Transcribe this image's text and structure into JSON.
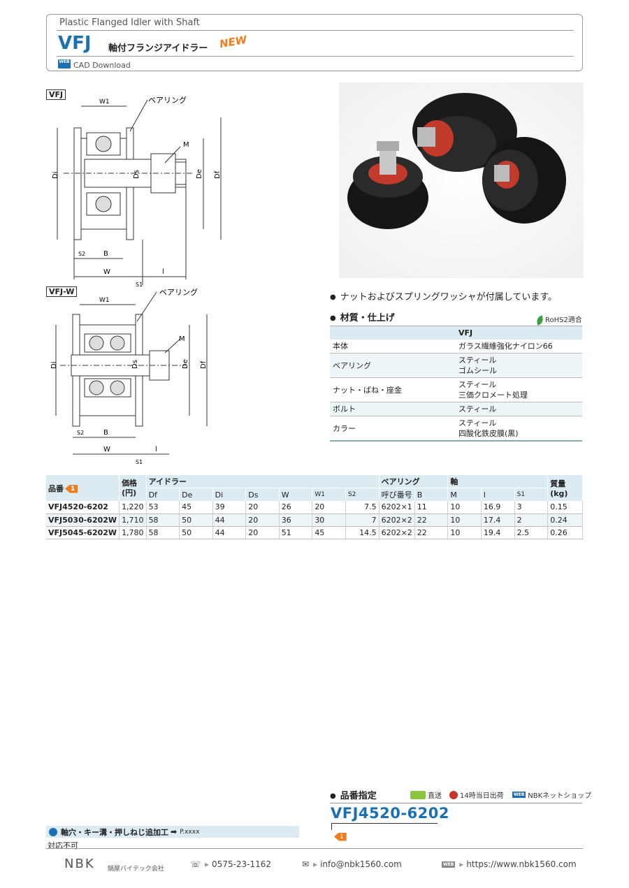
{
  "header": {
    "en_title": "Plastic Flanged Idler with Shaft",
    "code": "VFJ",
    "jp_title": "軸付フランジアイドラー",
    "new_badge": "NEW",
    "web_badge": "WEB",
    "cad": "CAD Download"
  },
  "drawings": {
    "top_label": "VFJ",
    "bottom_label": "VFJ-W",
    "bearing": "ベアリング",
    "labels": {
      "w1": "W1",
      "m": "M",
      "di": "Di",
      "ds": "Ds",
      "de": "De",
      "df": "Df",
      "s2": "S2",
      "b": "B",
      "w": "W",
      "l": "l",
      "s1": "S1"
    }
  },
  "notes": {
    "nut": "ナットおよびスプリングワッシャが付属しています。",
    "material": "材質・仕上げ",
    "rohs": "RoHS2適合"
  },
  "spec_table": {
    "header": [
      "",
      "VFJ"
    ],
    "rows": [
      {
        "key": "本体",
        "value": [
          "ガラス繊維強化ナイロン66"
        ]
      },
      {
        "key": "ベアリング",
        "value": [
          "スティール",
          "ゴムシール"
        ]
      },
      {
        "key": "ナット・ばね・座金",
        "value": [
          "スティール",
          "三価クロメート処理"
        ]
      },
      {
        "key": "ボルト",
        "value": [
          "スティール"
        ]
      },
      {
        "key": "カラー",
        "value": [
          "スティール",
          "四酸化鉄皮膜(黒)"
        ]
      }
    ]
  },
  "dim_table": {
    "h_part": "品番",
    "h_price": "価格",
    "h_price_unit": "(円)",
    "h_idler": "アイドラー",
    "h_bearing": "ベアリング",
    "h_shaft": "軸",
    "h_weight": "質量(kg)",
    "sub": [
      "Df",
      "De",
      "Di",
      "Ds",
      "W",
      "W1",
      "S2",
      "呼び番号",
      "B",
      "M",
      "l",
      "S1"
    ],
    "tag": "1",
    "rows": [
      {
        "part": "VFJ4520-6202",
        "price": "1,220",
        "df": "53",
        "de": "45",
        "di": "39",
        "ds": "20",
        "w": "26",
        "w1": "20",
        "s2": "7.5",
        "num": "6202×1",
        "b": "11",
        "m": "10",
        "l": "16.9",
        "s1": "3",
        "kg": "0.15"
      },
      {
        "part": "VFJ5030-6202W",
        "price": "1,710",
        "df": "58",
        "de": "50",
        "di": "44",
        "ds": "20",
        "w": "36",
        "w1": "30",
        "s2": "7",
        "num": "6202×2",
        "b": "22",
        "m": "10",
        "l": "17.4",
        "s1": "2",
        "kg": "0.24"
      },
      {
        "part": "VFJ5045-6202W",
        "price": "1,780",
        "df": "58",
        "de": "50",
        "di": "44",
        "ds": "20",
        "w": "51",
        "w1": "45",
        "s2": "14.5",
        "num": "6202×2",
        "b": "22",
        "m": "10",
        "l": "19.4",
        "s1": "2.5",
        "kg": "0.26"
      }
    ]
  },
  "part_spec": {
    "title": "品番指定",
    "direct": "直送",
    "same_day": "14時当日出荷",
    "shop_badge": "WEB",
    "shop": "NBKネットショップ",
    "code": "VFJ4520-6202",
    "tag": "1"
  },
  "machining": {
    "label": "軸穴・キー溝・押しねじ追加工",
    "ref": "P.xxxx",
    "value": "対応不可"
  },
  "footer": {
    "logo": "NBK",
    "company": "鍋屋バイテック会社",
    "phone": "0575-23-1162",
    "email": "info@nbk1560.com",
    "web_badge": "WEB",
    "url": "https://www.nbk1560.com"
  },
  "colors": {
    "accent": "#1b6fb3",
    "orange": "#f07d20",
    "table_bg": "#dceaf2"
  }
}
